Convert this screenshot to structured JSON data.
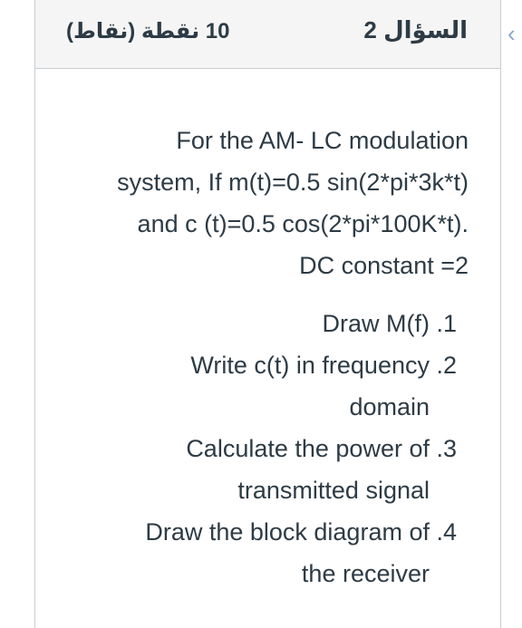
{
  "nav": {
    "prev_icon": "chevron-left-icon",
    "prev_glyph": "‹"
  },
  "header": {
    "title": "السؤال 2",
    "points": "10 نقطة (نقاط)"
  },
  "question": {
    "intro_lines": [
      "For the AM- LC modulation",
      "system, If m(t)=0.5 sin(2*pi*3k*t)",
      "and c (t)=0.5 cos(2*pi*100K*t).",
      "DC constant =2"
    ],
    "tasks": [
      {
        "text": "Draw M(f) .1",
        "cont": ""
      },
      {
        "text": "Write c(t) in frequency .2",
        "cont": "domain"
      },
      {
        "text": "Calculate the power of .3",
        "cont": "transmitted signal"
      },
      {
        "text": "Draw the block diagram of .4",
        "cont": "the receiver"
      }
    ]
  },
  "colors": {
    "text": "#2d3b45",
    "header_bg": "#f5f5f5",
    "border": "#c7cdd1",
    "chevron": "#8aa7c6"
  }
}
